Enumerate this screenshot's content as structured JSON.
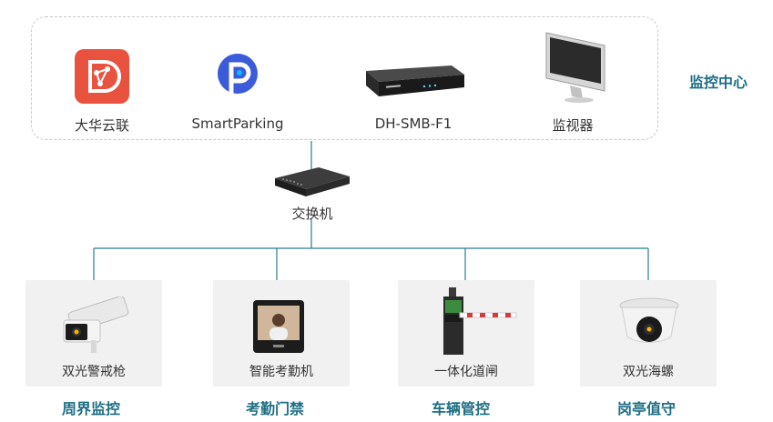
{
  "control_center": {
    "title": "监控中心",
    "nodes": [
      {
        "label": "大华云联",
        "icon": "dahua-cloud-app-icon"
      },
      {
        "label": "SmartParking",
        "icon": "smartparking-app-icon"
      },
      {
        "label": "DH-SMB-F1",
        "icon": "server-box-icon"
      },
      {
        "label": "监视器",
        "icon": "monitor-icon"
      }
    ]
  },
  "switch": {
    "label": "交换机",
    "icon": "network-switch-icon"
  },
  "devices": [
    {
      "label": "双光警戒枪",
      "category": "周界监控",
      "icon": "bullet-camera-icon"
    },
    {
      "label": "智能考勤机",
      "category": "考勤门禁",
      "icon": "attendance-terminal-icon"
    },
    {
      "label": "一体化道闸",
      "category": "车辆管控",
      "icon": "barrier-gate-icon"
    },
    {
      "label": "双光海螺",
      "category": "岗亭值守",
      "icon": "dome-camera-icon"
    }
  ],
  "colors": {
    "accent": "#1e6e84",
    "line": "#2a7d8a",
    "card": "#f1f1f1",
    "cloud_red": "#e8523f",
    "parking_blue": "#3b5bdb"
  }
}
